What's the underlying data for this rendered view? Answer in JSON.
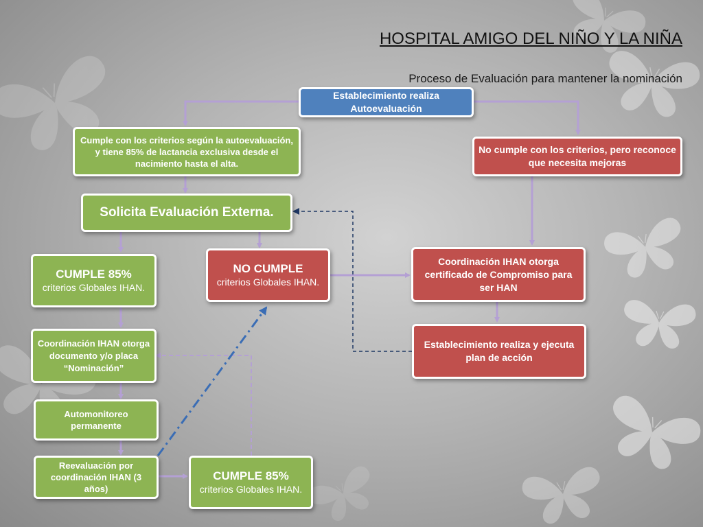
{
  "header": {
    "title": "HOSPITAL  AMIGO DEL NIÑO Y LA NIÑA",
    "subtitle": "Proceso de Evaluación para mantener la nominación"
  },
  "colors": {
    "green": "#8db453",
    "red": "#c0504d",
    "blue": "#4f81bd",
    "arrow_purple": "#b4a0d4",
    "arrow_navy": "#1f3864",
    "arrow_blue": "#3a6db5"
  },
  "nodes": {
    "autoevaluacion": "Establecimiento realiza Autoevaluación",
    "cumple_criterios": "Cumple con los criterios según la autoevaluación, y tiene 85% de lactancia exclusiva desde el nacimiento hasta el alta.",
    "no_cumple_criterios": "No cumple con los criterios, pero reconoce que necesita mejoras",
    "solicita": "Solicita Evaluación Externa.",
    "cumple_85_heading": "CUMPLE 85%",
    "cumple_85_sub": "criterios Globales IHAN.",
    "no_cumple_heading": "NO CUMPLE",
    "no_cumple_sub": "criterios Globales IHAN.",
    "certificado": "Coordinación IHAN otorga certificado de Compromiso para ser HAN",
    "documento": "Coordinación IHAN otorga documento y/o placa “Nominación”",
    "plan_accion": "Establecimiento realiza y ejecuta plan de acción",
    "automonitoreo": "Automonitoreo permanente",
    "reevaluacion": "Reevaluación por coordinación IHAN (3 años)",
    "cumple_85b_heading": "CUMPLE 85%",
    "cumple_85b_sub": "criterios Globales IHAN."
  }
}
